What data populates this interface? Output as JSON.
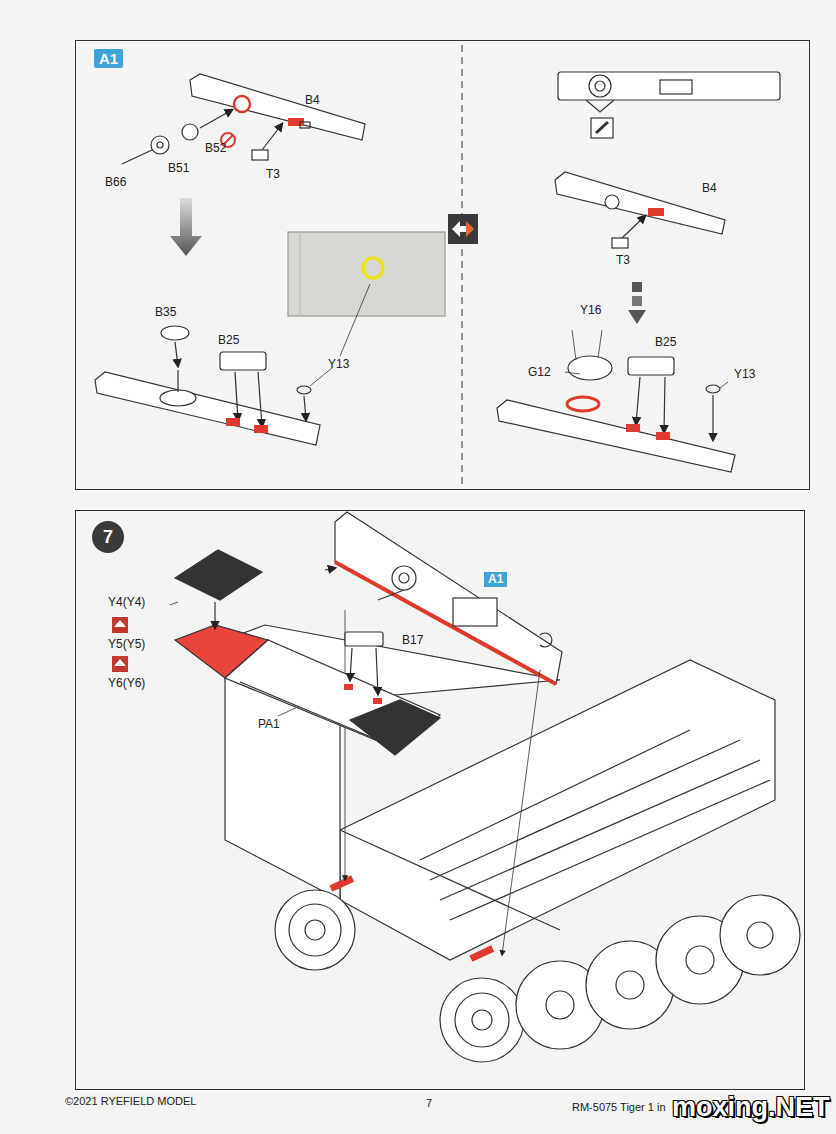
{
  "diagram": {
    "nodes": [
      {
        "text": [
          "A1"
        ]
      },
      {
        "text": [
          "7"
        ]
      }
    ],
    "labels": [
      "B4",
      "B52",
      "B51",
      "B66",
      "T3",
      "B35",
      "B25",
      "Y13",
      "B4",
      "T3",
      "Y16",
      "G12",
      "B25",
      "Y13",
      "Y4(Y4)",
      "Y5(Y5)",
      "Y6(Y6)",
      "B17",
      "PA1",
      "A1",
      "©2021 RYEFIELD MODEL",
      "7",
      "RM-5075  Tiger 1 in",
      "moxing.NET"
    ]
  }
}
